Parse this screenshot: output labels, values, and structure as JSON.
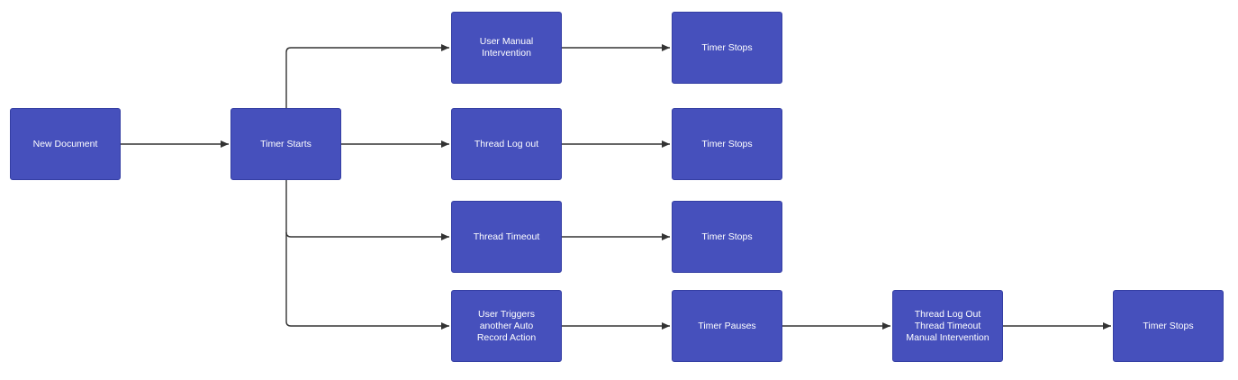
{
  "diagram": {
    "nodes": {
      "new_document": "New Document",
      "timer_starts": "Timer Starts",
      "user_manual_intervention": "User Manual\nIntervention",
      "thread_log_out": "Thread Log out",
      "thread_timeout": "Thread Timeout",
      "user_triggers": "User Triggers\nanother Auto\nRecord Action",
      "timer_stops_1": "Timer Stops",
      "timer_stops_2": "Timer Stops",
      "timer_stops_3": "Timer Stops",
      "timer_pauses": "Timer Pauses",
      "resume_conditions": "Thread Log Out\nThread Timeout\nManual Intervention",
      "timer_stops_4": "Timer Stops"
    },
    "colors": {
      "node_fill": "#4650BC",
      "node_text": "#FFFFFF",
      "connector": "#333333"
    }
  }
}
